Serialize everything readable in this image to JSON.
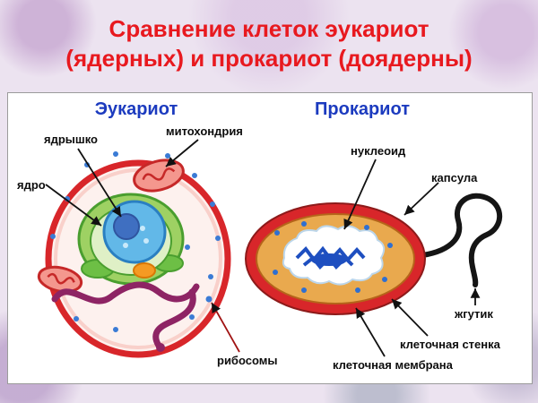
{
  "title": {
    "line1": "Сравнение клеток эукариот",
    "line2": "(ядерных) и прокариот (доядерны)"
  },
  "diagram": {
    "eukaryote": {
      "heading": "Эукариот",
      "labels": {
        "nucleolus": "ядрышко",
        "mitochondria": "митохондрия",
        "nucleus": "ядро",
        "ribosomes": "рибосомы"
      }
    },
    "prokaryote": {
      "heading": "Прокариот",
      "labels": {
        "nucleoid": "нуклеоид",
        "capsule": "капсула",
        "flagellum": "жгутик",
        "cell_wall": "клеточная стенка",
        "cell_membrane": "клеточная мембрана"
      }
    }
  },
  "colors": {
    "title_red": "#e8191f",
    "heading_blue": "#1c3bbf",
    "cell_outline_red": "#d8262a",
    "cytoplasm_tan": "#e9a94e",
    "nucleus_blue": "#62b8e8",
    "label_black": "#0d0d0d"
  }
}
